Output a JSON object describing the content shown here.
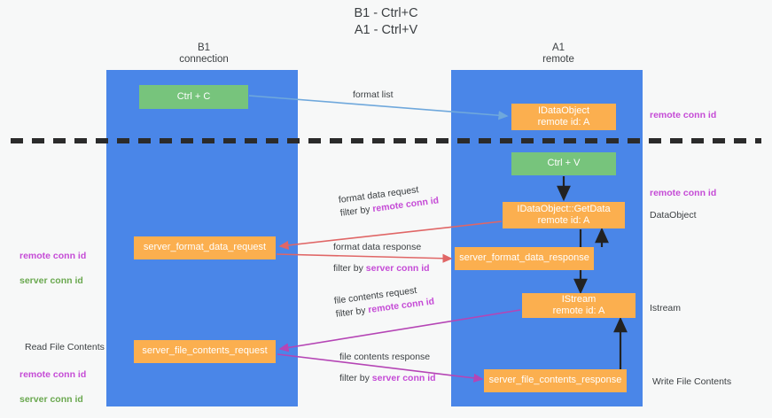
{
  "title": "B1 - Ctrl+C\nA1 - Ctrl+V",
  "lanes": [
    {
      "name": "b1",
      "header": "B1\nconnection",
      "color": "#4a86e8"
    },
    {
      "name": "a1",
      "header": "A1\nremote",
      "color": "#4a86e8"
    }
  ],
  "colors": {
    "lane": "#4a86e8",
    "green_box": "#77c47c",
    "orange_box": "#fbaf4f",
    "remote_conn_id": "#c54bd6",
    "server_conn_id": "#6aa84f",
    "arrow_blue": "#6fa8dc",
    "arrow_red": "#e06666",
    "arrow_magenta": "#b545b5",
    "arrow_black": "#222222",
    "divider": "#2b2b2b",
    "background": "#f7f8f8"
  },
  "boxes": {
    "ctrl_c": "Ctrl + C",
    "idataobject": "IDataObject\nremote id: A",
    "ctrl_v": "Ctrl + V",
    "getdata": "IDataObject::GetData\nremote id: A",
    "format_data_request": "server_format_data_request",
    "format_data_response": "server_format_data_response",
    "istream": "IStream\nremote id: A",
    "file_contents_request": "server_file_contents_request",
    "file_contents_response": "server_file_contents_response"
  },
  "edge_labels": {
    "format_list": "format list",
    "format_data_request": "format data request",
    "format_data_request_filter_prefix": "filter by ",
    "format_data_request_filter_value": "remote conn id",
    "format_data_response": "format data response",
    "format_data_response_filter_prefix": "filter by ",
    "format_data_response_filter_value": "server conn id",
    "file_contents_request": "file contents request",
    "file_contents_request_filter_prefix": "filter by ",
    "file_contents_request_filter_value": "remote conn id",
    "file_contents_response": "file contents response",
    "file_contents_response_filter_prefix": "filter by ",
    "file_contents_response_filter_value": "server conn id"
  },
  "right_labels": {
    "remote_conn_id_top": "remote conn id",
    "remote_conn_id_mid": "remote conn id",
    "dataobject": "DataObject",
    "istream": "Istream",
    "write_file_contents": "Write File Contents"
  },
  "left_labels": {
    "remote_conn_id": "remote conn id",
    "server_conn_id": "server conn id",
    "read_file_contents": "Read File Contents",
    "remote_conn_id_2": "remote conn id",
    "server_conn_id_2": "server conn id"
  }
}
